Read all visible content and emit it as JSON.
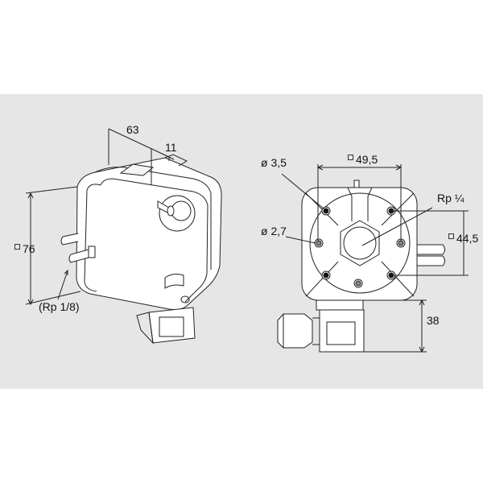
{
  "title": "Pressure switch dimensional drawing",
  "side_view": {
    "dim_depth": "63",
    "dim_nozzle": "11",
    "dim_height": "76",
    "port_thread": "(Rp 1/8)"
  },
  "front_view": {
    "hole_large": "ø 3,5",
    "hole_small": "ø 2,7",
    "dim_width": "49,5",
    "dim_hole_spacing": "44,5",
    "center_thread": "Rp ¼",
    "dim_connector": "38"
  },
  "colors": {
    "background_band": "#e6e6e6",
    "line": "#222222"
  }
}
